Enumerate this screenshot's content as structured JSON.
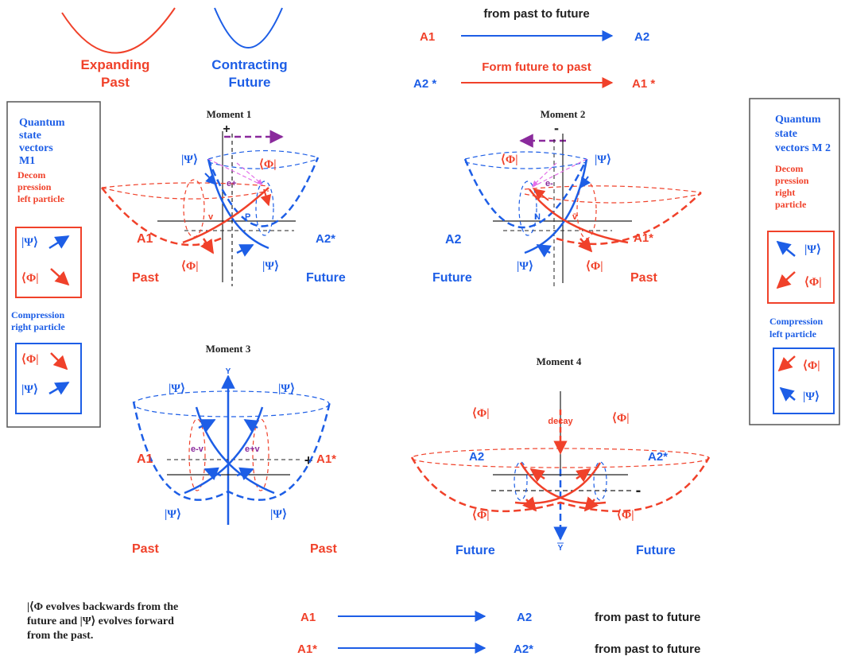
{
  "colors": {
    "red": "#f0412a",
    "blue": "#1d5ee6",
    "purple": "#8a2a9c",
    "pink": "#e36ee8",
    "black": "#222222",
    "box_border": "#555555"
  },
  "legend": {
    "expanding": "Expanding",
    "past": "Past",
    "contracting": "Contracting",
    "future": "Future",
    "top_past_to_future": "from past to future",
    "a1": "A1",
    "a2": "A2",
    "a2_star": "A2 *",
    "future_to_past": "Form future to past",
    "a1_star": "A1 *"
  },
  "left_panel": {
    "title": [
      "Quantum",
      "state",
      "vectors",
      "M1"
    ],
    "decompression": [
      "Decom",
      "pression",
      "left particle"
    ],
    "psi": "|Ψ⟩",
    "phi": "⟨Φ|",
    "compression": [
      "Compression",
      "right particle"
    ]
  },
  "right_panel": {
    "title": [
      "Quantum",
      "state",
      "vectors M 2"
    ],
    "decompression": [
      "Decom",
      "pression",
      "right",
      "particle"
    ],
    "psi": "|Ψ⟩",
    "phi": "⟨Φ|",
    "compression": [
      "Compression",
      "left particle"
    ]
  },
  "moment1": {
    "title": "Moment 1",
    "plus": "+",
    "psi": "|Ψ⟩",
    "phi": "⟨Φ|",
    "e_plus": "e+",
    "v": "v",
    "p": "P",
    "a1": "A1",
    "a2_star": "A2*",
    "past": "Past",
    "future": "Future"
  },
  "moment2": {
    "title": "Moment 2",
    "minus": "-",
    "psi": "|Ψ⟩",
    "phi": "⟨Φ|",
    "e_minus": "e-",
    "n": "N",
    "v_bar": "v̄",
    "a2": "A2",
    "a1_star": "A1*",
    "future": "Future",
    "past": "Past"
  },
  "moment3": {
    "title": "Moment 3",
    "y": "Y",
    "psi": "|Ψ⟩",
    "a1": "A1",
    "a1_star": "A1*",
    "e_minus_v": "e-v",
    "e_plus_v": "e+v",
    "plus": "+",
    "past": "Past"
  },
  "moment4": {
    "title": "Moment 4",
    "phi": "⟨Φ|",
    "decay": "decay",
    "a2": "A2",
    "a2_star": "A2*",
    "minus": "-",
    "y_bar": "Y",
    "future": "Future"
  },
  "bottom": {
    "note": [
      "|⟨Φ evolves backwards from the",
      "future and |Ψ⟩ evolves forward",
      "from the past."
    ],
    "row1": {
      "from": "A1",
      "to": "A2",
      "label": "from past to future"
    },
    "row2": {
      "from": "A1*",
      "to": "A2*",
      "label": "from past to future"
    }
  }
}
